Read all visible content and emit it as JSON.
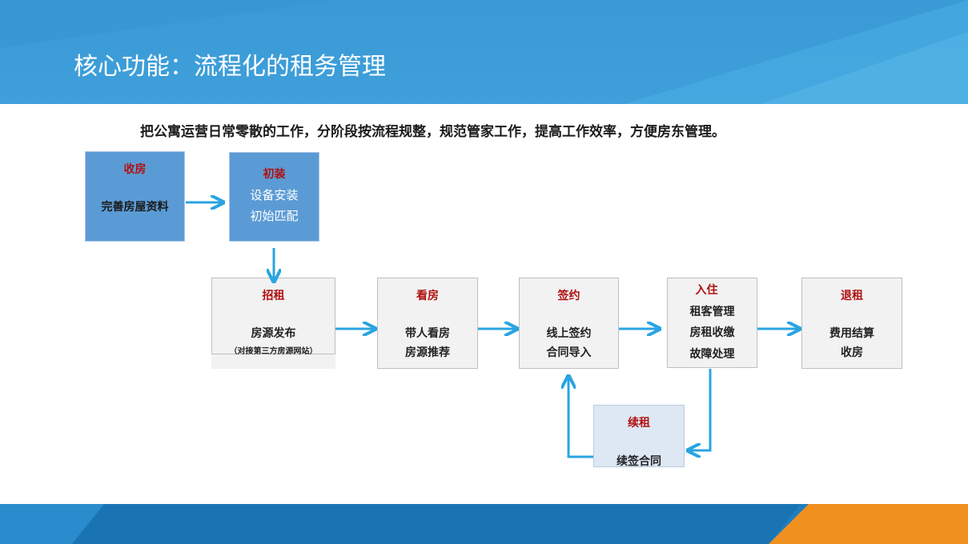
{
  "header": {
    "title": "核心功能：流程化的租务管理"
  },
  "subtitle": "把公寓运营日常零散的工作，分阶段按流程规整，规范管家工作，提高工作效率，方便房东管理。",
  "nodes": {
    "shoufang": {
      "title": "收房",
      "lines": [
        "完善房屋资料"
      ]
    },
    "chuzhuang": {
      "title": "初装",
      "lines": [
        "设备安装",
        "初始匹配"
      ]
    },
    "zhaozu": {
      "title": "招租",
      "lines": [
        "房源发布"
      ],
      "note": "（对接第三方房源网站）"
    },
    "kanfang": {
      "title": "看房",
      "lines": [
        "带人看房",
        "房源推荐"
      ]
    },
    "qianyue": {
      "title": "签约",
      "lines": [
        "线上签约",
        "合同导入"
      ]
    },
    "ruzhu": {
      "title": "入住",
      "lines": [
        "租客管理",
        "房租收缴",
        "故障处理"
      ]
    },
    "tuizu": {
      "title": "退租",
      "lines": [
        "费用结算",
        "收房"
      ]
    },
    "xuzu": {
      "title": "续租",
      "lines": [
        "续签合同"
      ]
    }
  },
  "colors": {
    "header": "#3e9fda",
    "arrow": "#2aa4e0",
    "node_title": "#b01010",
    "footer_orange": "#f0901e",
    "footer_blue": "#1f7fbf"
  }
}
